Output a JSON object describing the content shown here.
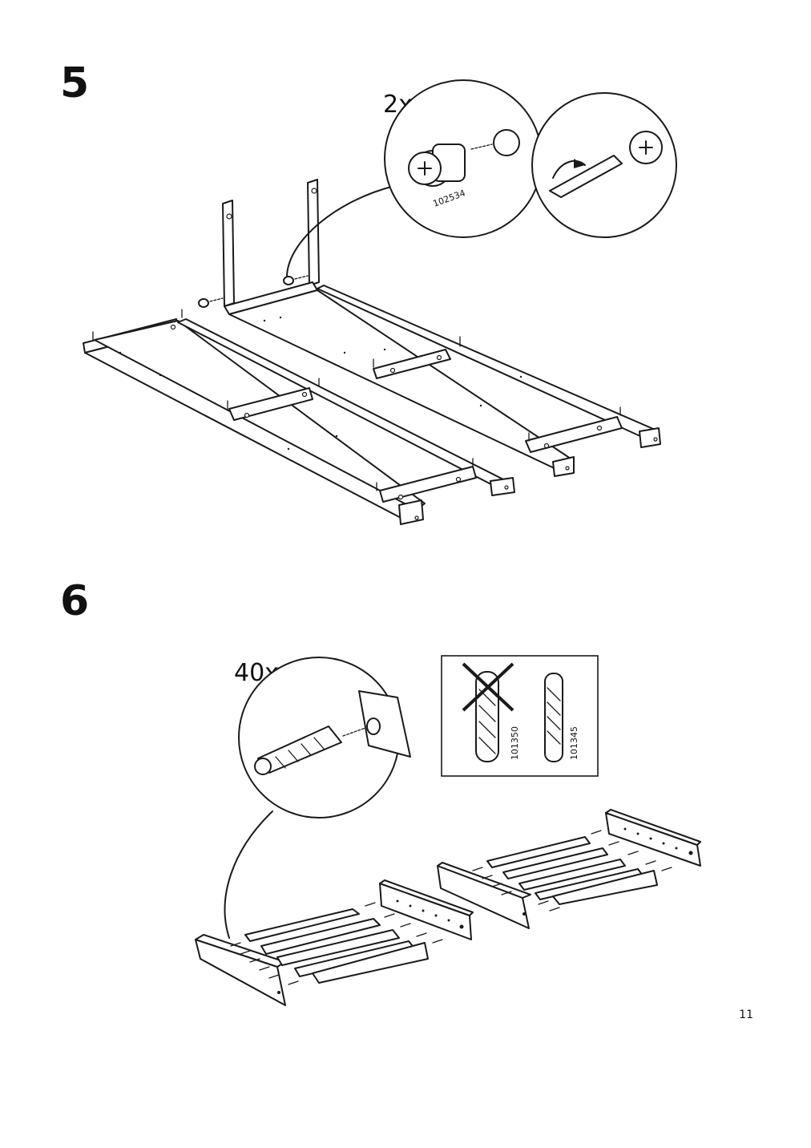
{
  "steps": [
    {
      "number": "5",
      "detail_count": "2x",
      "part_codes": [
        "102534"
      ]
    },
    {
      "number": "6",
      "detail_count": "40x",
      "part_codes": [
        "101350",
        "101345"
      ],
      "comparison": {
        "wrong_part": "101350",
        "correct_part": "101345"
      }
    }
  ],
  "page": {
    "number": "11"
  }
}
